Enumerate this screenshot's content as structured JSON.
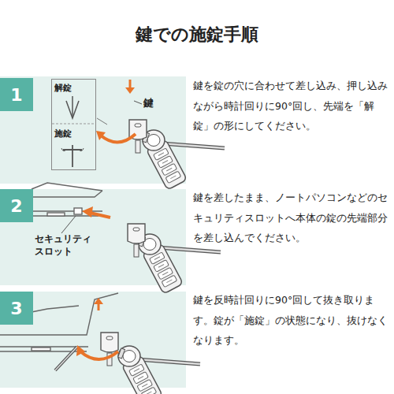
{
  "diagram": {
    "title": "鍵での施錠手順",
    "nodes": [
      {
        "text": [
          "1"
        ]
      },
      {
        "text": [
          "解錠",
          "施錠"
        ]
      },
      {
        "text": [
          "2"
        ]
      },
      {
        "text": [
          "3"
        ]
      }
    ],
    "labels": [
      "鍵",
      "鍵を錠の穴に合わせて差し込み、押し込みながら時計回りに90°回し、先端を「解錠」の形にしてください。",
      "セキュリティスロット",
      "鍵を差したまま、ノートパソコンなどのセキュリティスロットへ本体の錠の先端部分を差し込んでください。",
      "鍵を反時計回りに90°回して抜き取ります。錠が「施錠」の状態になり、抜けなくなります。"
    ]
  }
}
